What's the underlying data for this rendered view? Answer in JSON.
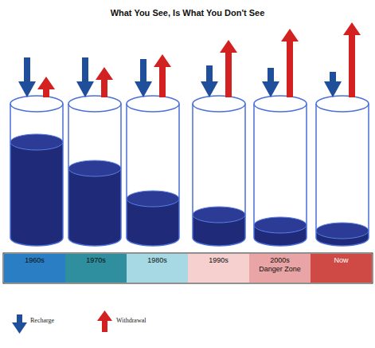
{
  "diagram": {
    "title": "What You See, Is What You Don't See",
    "nodes": [
      {
        "text": [
          "1960s"
        ]
      },
      {
        "text": [
          "1970s"
        ]
      },
      {
        "text": [
          "1980s"
        ]
      },
      {
        "text": [
          "1990s"
        ]
      },
      {
        "text": [
          "2000s",
          "Danger Zone"
        ]
      },
      {
        "text": [
          "Now"
        ]
      }
    ],
    "legend": [
      {
        "text": "Recharge"
      },
      {
        "text": "Withdrawal"
      }
    ]
  }
}
